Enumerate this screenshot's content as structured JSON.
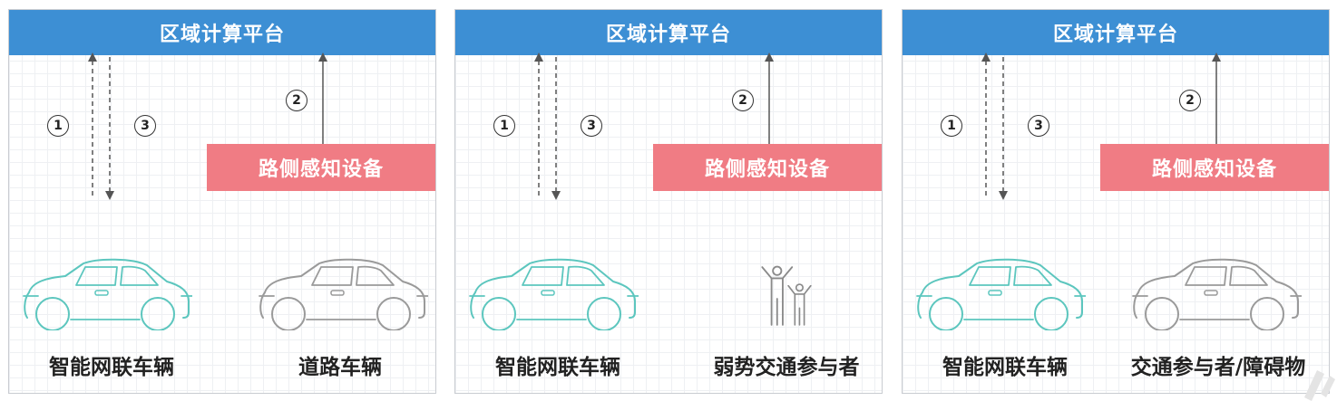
{
  "panels": [
    {
      "header": "区域计算平台",
      "sensor": "路侧感知设备",
      "steps": [
        "1",
        "2",
        "3"
      ],
      "left_label": "智能网联车辆",
      "right_label": "道路车辆",
      "right_icon": "car-icon"
    },
    {
      "header": "区域计算平台",
      "sensor": "路侧感知设备",
      "steps": [
        "1",
        "2",
        "3"
      ],
      "left_label": "智能网联车辆",
      "right_label": "弱势交通参与者",
      "right_icon": "pedestrians-icon"
    },
    {
      "header": "区域计算平台",
      "sensor": "路侧感知设备",
      "steps": [
        "1",
        "2",
        "3"
      ],
      "left_label": "智能网联车辆",
      "right_label": "交通参与者/障碍物",
      "right_icon": "car-icon"
    }
  ],
  "colors": {
    "header": "#3d8fd4",
    "sensor": "#f07c84",
    "connected_vehicle": "#5cc6be",
    "road_vehicle": "#9a9a9a"
  }
}
